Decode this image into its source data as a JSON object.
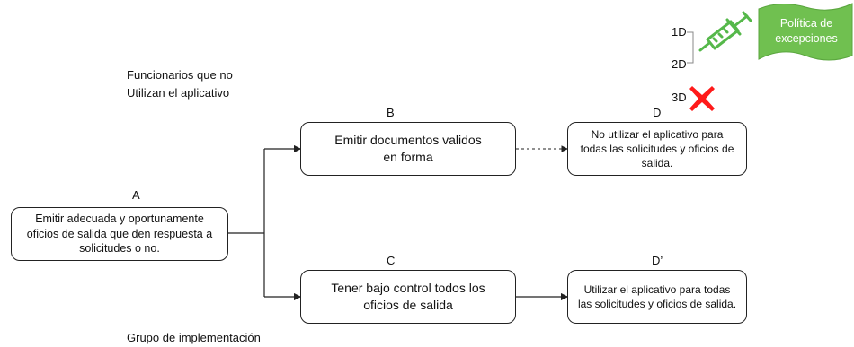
{
  "groups": {
    "top": [
      "Funcionarios que no",
      "Utilizan el aplicativo"
    ],
    "bottom": "Grupo de implementación"
  },
  "nodes": {
    "A": {
      "label": "A",
      "text": "Emitir adecuada y oportunamente oficios de salida que den respuesta a solicitudes o no."
    },
    "B": {
      "label": "B",
      "text": "Emitir documentos validos en forma"
    },
    "C": {
      "label": "C",
      "text": "Tener bajo control todos los oficios de salida"
    },
    "D": {
      "label": "D",
      "text": "No utilizar el aplicativo para todas las solicitudes y oficios de salida."
    },
    "D2": {
      "label": "D’",
      "text": "Utilizar el aplicativo para todas las solicitudes y oficios de salida."
    }
  },
  "side": {
    "d1": "1D",
    "d2": "2D",
    "d3": "3D",
    "policy": [
      "Política de",
      "excepciones"
    ]
  },
  "icons": {
    "syringe": "syringe-icon",
    "cross": "cross-icon"
  },
  "colors": {
    "syringe_green": "#55b84a",
    "policy_green": "#70c050",
    "cross_red": "#ff1a1a"
  }
}
